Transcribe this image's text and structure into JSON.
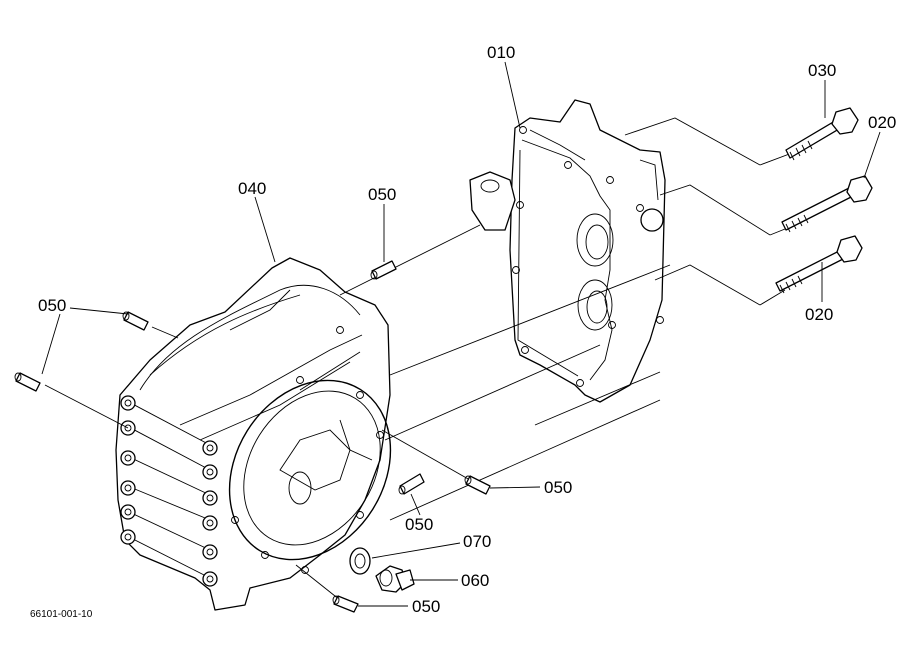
{
  "labels": {
    "p010": "010",
    "p020_top": "020",
    "p020_bottom": "020",
    "p030": "030",
    "p040": "040",
    "p050_dowel_mid": "050",
    "p050_left": "050",
    "p050_right_a": "050",
    "p050_right_b": "050",
    "p050_bottom": "050",
    "p060": "060",
    "p070": "070"
  },
  "drawing_code": "66101-001-10",
  "colors": {
    "ink": "#000000",
    "paper": "#ffffff"
  }
}
